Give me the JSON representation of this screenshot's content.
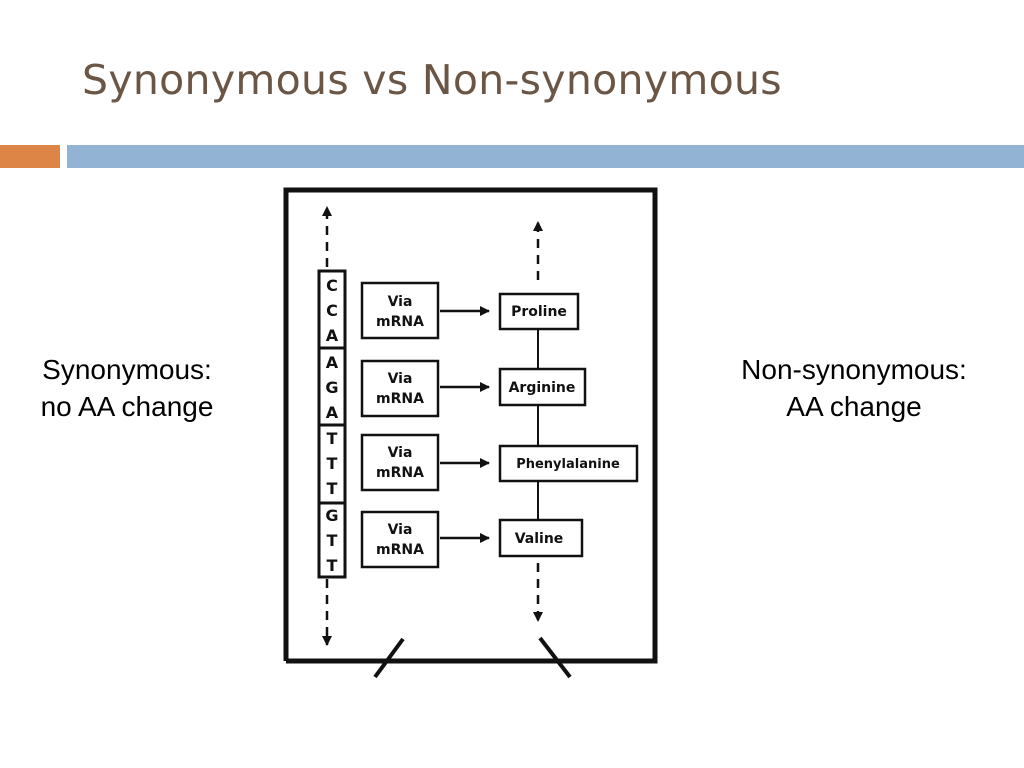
{
  "slide": {
    "title": "Synonymous vs Non-synonymous",
    "left_label": [
      "Synonymous:",
      "no AA change"
    ],
    "right_label": [
      "Non-synonymous:",
      "AA change"
    ]
  },
  "diagram": {
    "dna_bases": [
      "C",
      "C",
      "A",
      "A",
      "G",
      "A",
      "T",
      "T",
      "T",
      "G",
      "T",
      "T"
    ],
    "codon_boxes": [
      {
        "line1": "Via",
        "line2": "mRNA"
      },
      {
        "line1": "Via",
        "line2": "mRNA"
      },
      {
        "line1": "Via",
        "line2": "mRNA"
      },
      {
        "line1": "Via",
        "line2": "mRNA"
      }
    ],
    "amino_acids": [
      "Proline",
      "Arginine",
      "Phenylalanine",
      "Valine"
    ]
  }
}
